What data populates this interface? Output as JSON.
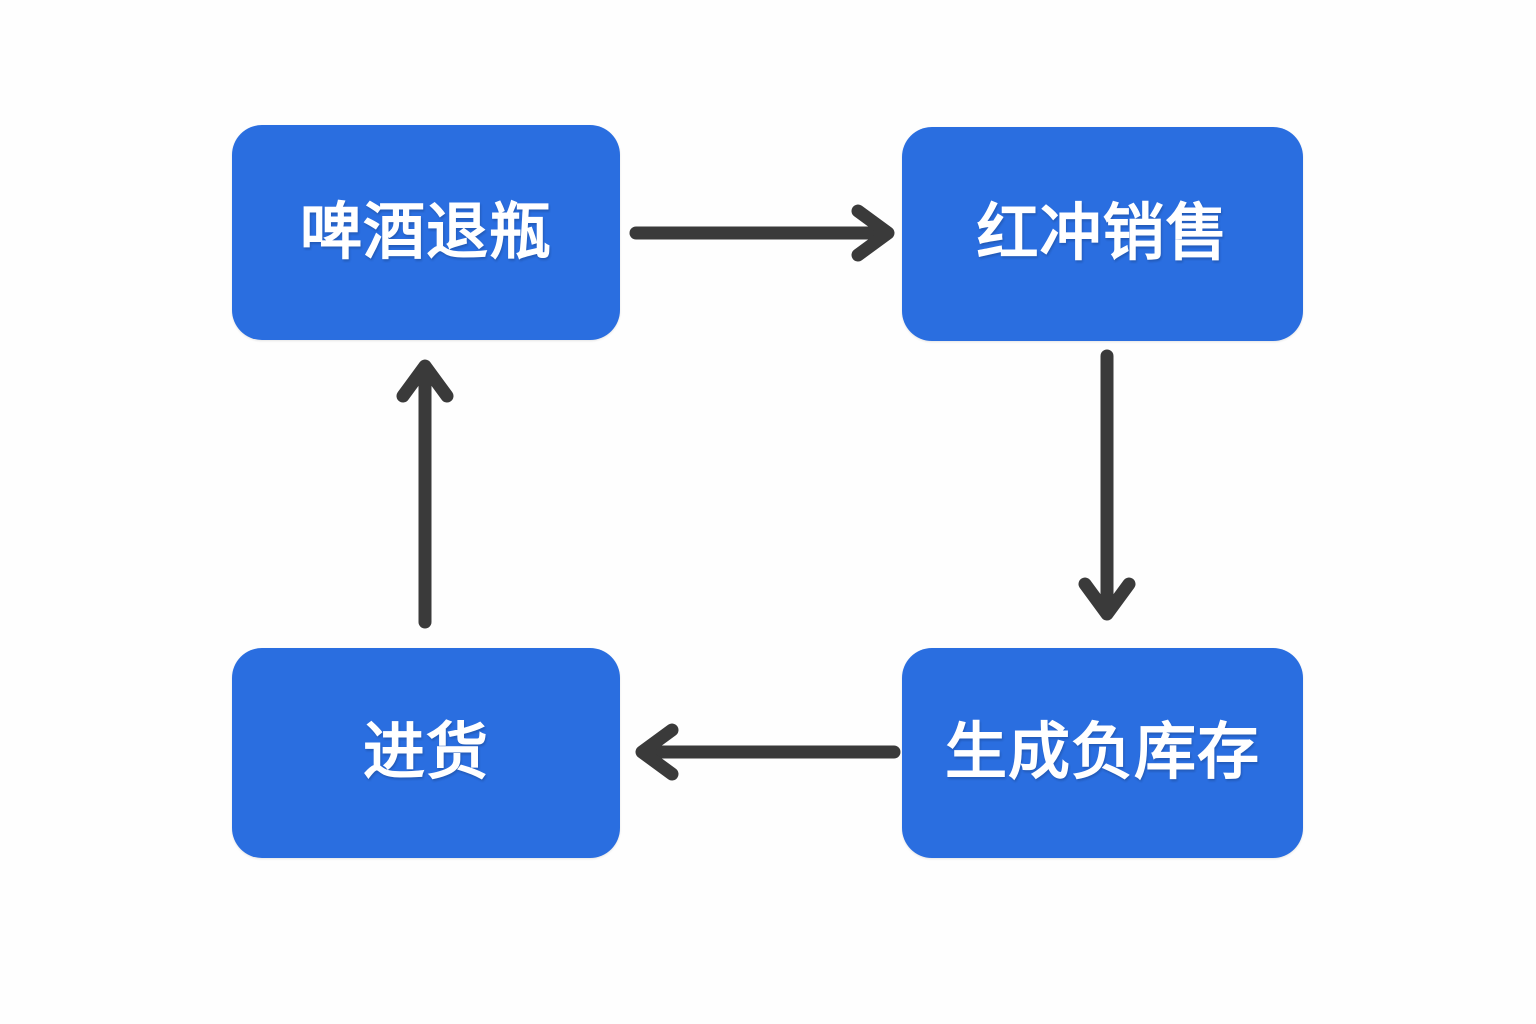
{
  "diagram": {
    "type": "cycle-flowchart",
    "background_color": "#fefefe",
    "node_fill_color": "#2a6ee0",
    "node_text_color": "#ffffff",
    "edge_color": "#3a3a3a",
    "nodes": [
      {
        "id": "beer-return",
        "label": "啤酒退瓶",
        "position": "top-left"
      },
      {
        "id": "red-reversal",
        "label": "红冲销售",
        "position": "top-right"
      },
      {
        "id": "negative-stock",
        "label": "生成负库存",
        "position": "bottom-right"
      },
      {
        "id": "purchase",
        "label": "进货",
        "position": "bottom-left"
      }
    ],
    "edges": [
      {
        "id": "edge-top",
        "from": "beer-return",
        "to": "red-reversal",
        "direction": "right",
        "label": ""
      },
      {
        "id": "edge-right",
        "from": "red-reversal",
        "to": "negative-stock",
        "direction": "down",
        "label": ""
      },
      {
        "id": "edge-bottom",
        "from": "negative-stock",
        "to": "purchase",
        "direction": "left",
        "label": ""
      },
      {
        "id": "edge-left",
        "from": "purchase",
        "to": "beer-return",
        "direction": "up",
        "label": ""
      }
    ]
  }
}
